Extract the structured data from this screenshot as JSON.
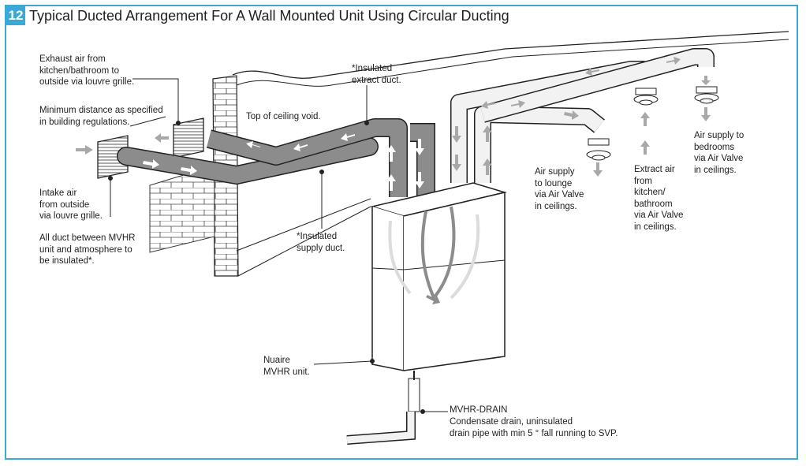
{
  "figure": {
    "number": "12",
    "title": "Typical Ducted Arrangement For A Wall Mounted Unit Using Circular Ducting"
  },
  "labels": {
    "exhaust_air": "Exhaust air from\nkitchen/bathroom to\noutside via louvre grille.",
    "minimum_distance": "Minimum distance as specified\nin building regulations.",
    "intake_air": "Intake air\nfrom outside\nvia louvre grille.",
    "all_duct": "All duct between MVHR\nunit and atmosphere to\nbe insulated*.",
    "top_of_ceiling": "Top of ceiling void.",
    "insulated_extract": "*Insulated\nextract duct.",
    "insulated_supply": "*Insulated\nsupply duct.",
    "air_supply_lounge": "Air supply\nto lounge\nvia Air Valve\nin ceilings.",
    "extract_kitchen": "Extract air\nfrom\nkitchen/\nbathroom\nvia Air Valve\nin ceilings.",
    "air_supply_bedrooms": "Air supply to\nbedrooms\nvia Air Valve\nin ceilings.",
    "nuaire_unit": "Nuaire\nMVHR unit.",
    "drain_title": "MVHR-DRAIN",
    "drain_desc": "Condensate drain, uninsulated\ndrain pipe with min 5 ° fall running to SVP."
  },
  "colors": {
    "accent": "#3aa9d6",
    "insulated_duct": "#8c8c8c",
    "ducting": "#f2f2f2",
    "arrow": "#a8a8a8",
    "line": "#222222"
  }
}
